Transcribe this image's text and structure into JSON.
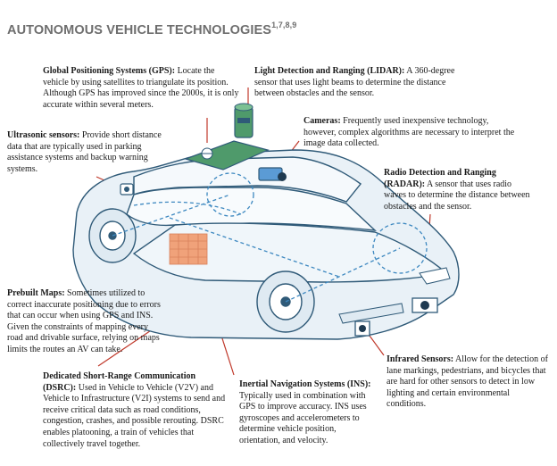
{
  "title": {
    "text": "AUTONOMOUS VEHICLE TECHNOLOGIES",
    "refs": "1,7,8,9"
  },
  "notes": {
    "gps": {
      "heading": "Global Positioning Systems (GPS):",
      "body": " Locate the vehicle by using satellites to triangulate its position. Although GPS has improved since the 2000s, it is only accurate within several meters."
    },
    "lidar": {
      "heading": "Light Detection and Ranging (LIDAR):",
      "body": " A 360-degree sensor that uses light beams to determine the distance between obstacles and the sensor."
    },
    "ultrasonic": {
      "heading": "Ultrasonic sensors:",
      "body": " Provide short distance data that are typically used in parking assistance systems and backup warning systems."
    },
    "cameras": {
      "heading": "Cameras:",
      "body": " Frequently used inexpensive technology, however, complex algorithms are necessary to interpret the image data collected."
    },
    "radar": {
      "heading": "Radio Detection and Ranging (RADAR):",
      "body": " A sensor that uses radio waves to determine the distance between obstacles and the sensor."
    },
    "maps": {
      "heading": "Prebuilt Maps:",
      "body": " Sometimes utilized to correct inaccurate positioning due to errors that can occur when using GPS and INS. Given the constraints of mapping every road and drivable surface, relying on maps limits the routes  an AV can take."
    },
    "dsrc": {
      "heading": "Dedicated Short-Range Communication (DSRC):",
      "body": " Used in Vehicle to Vehicle (V2V) and Vehicle to Infrastructure (V2I) systems to send and receive critical data such as road conditions, congestion, crashes, and possible rerouting. DSRC enables platooning, a train of vehicles that collectively travel together."
    },
    "ins": {
      "heading": "Inertial Navigation Systems (INS):",
      "body": " Typically used in combination with GPS to improve accuracy. INS uses gyroscopes and accelerometers to determine vehicle position, orientation, and velocity."
    },
    "infrared": {
      "heading": "Infrared Sensors:",
      "body": " Allow for the detection of lane markings, pedestrians, and bicycles that are hard for other sensors to detect in low lighting and certain environmental conditions."
    }
  },
  "colors": {
    "outline": "#2f5a78",
    "fill": "#e9f1f7",
    "dashed": "#3d88c0",
    "leader": "#c0392b",
    "lidar_green": "#4f9a6b",
    "map_orange": "#f0a27a",
    "camera_blue": "#5b9bd5"
  }
}
